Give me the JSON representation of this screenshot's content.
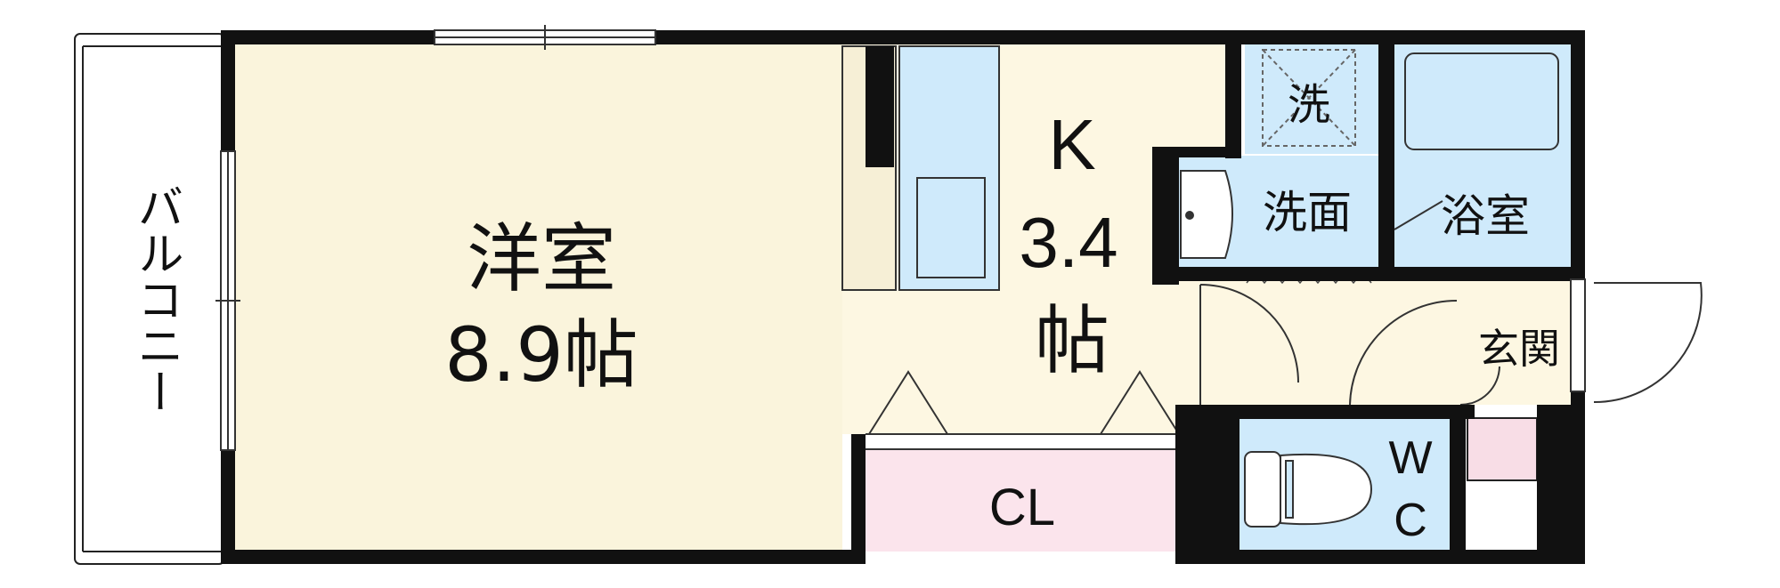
{
  "balcony": {
    "label": "バルコニー"
  },
  "rooms": {
    "western": {
      "name": "洋室",
      "size": "8.9帖"
    },
    "kitchen": {
      "name": "K",
      "size_num": "3.4",
      "size_unit": "帖"
    },
    "closet": {
      "name": "CL"
    },
    "laundry": {
      "name": "洗"
    },
    "washroom": {
      "name": "洗面"
    },
    "bath": {
      "name": "浴室"
    },
    "entrance": {
      "name": "玄関"
    },
    "toilet": {
      "name_top": "W",
      "name_bottom": "C"
    }
  },
  "colors": {
    "wall": "#111111",
    "western_floor": "#faf4dc",
    "kitchen_floor": "#fdf7e2",
    "wet_area": "#cfeafb",
    "closet": "#fbe4ec",
    "entrance_box": "#f8dde6"
  }
}
